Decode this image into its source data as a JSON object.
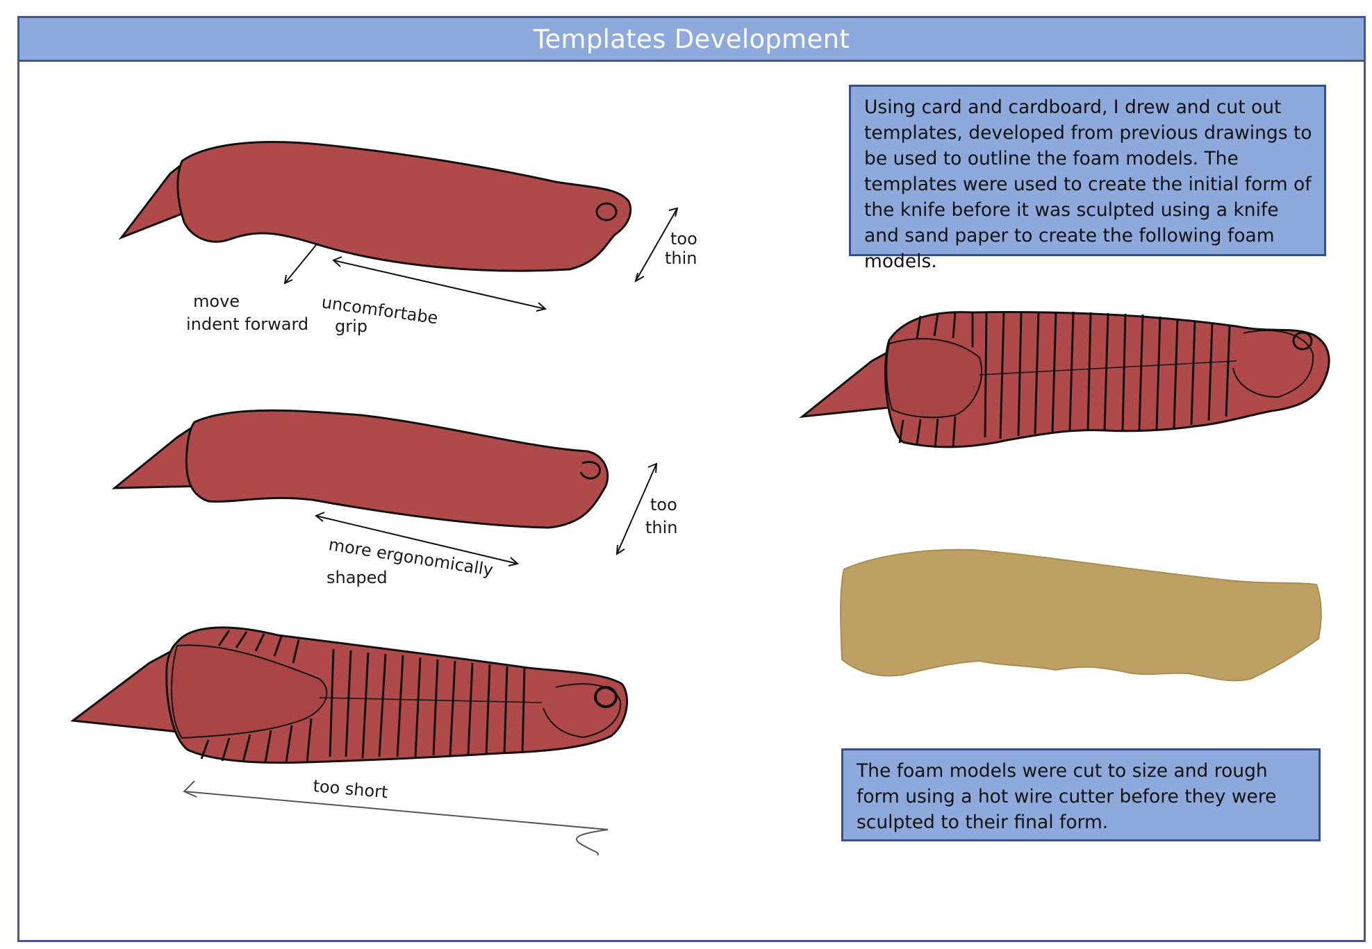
{
  "header": {
    "title": "Templates Development"
  },
  "notes": {
    "templates_text": "Using card and cardboard, I drew and cut out templates, developed from previous drawings to be used to outline the foam models. The templates were used to create the initial form of the knife before it was sculpted using a knife and sand paper to create the following foam models.",
    "foam_text": "The foam models were cut to size and rough form using a hot wire cutter before they were sculpted to their final form."
  },
  "annotations": {
    "sketch1": {
      "too": "too",
      "thin": "thin",
      "move": "move",
      "indent_forward": "indent forward",
      "uncomfortable": "uncomfortabe",
      "grip": "grip"
    },
    "sketch2": {
      "too": "too",
      "thin": "thin",
      "more_ergonomically": "more ergonomically",
      "shaped": "shaped"
    },
    "sketch3": {
      "too_short": "too short"
    }
  },
  "colors": {
    "title_bar": "#8eaadc",
    "border": "#41588a",
    "knife_red": "#b04a4a",
    "cardboard": "#bfa064"
  }
}
